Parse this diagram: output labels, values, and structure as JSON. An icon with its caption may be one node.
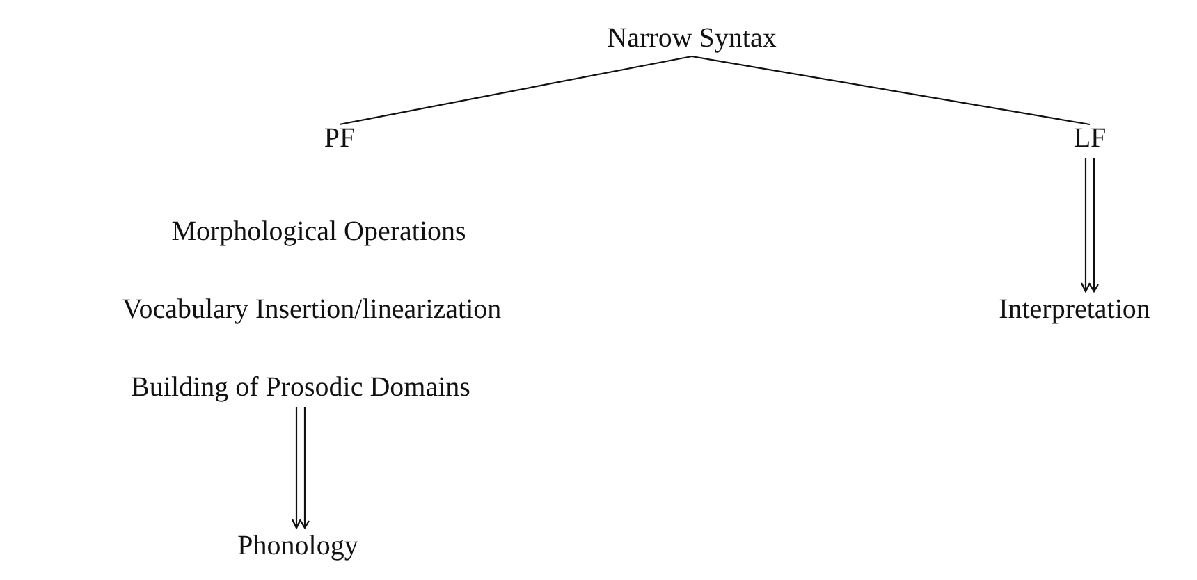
{
  "diagram": {
    "nodes": [
      {
        "text": [
          "Narrow Syntax"
        ]
      },
      {
        "text": [
          "PF"
        ]
      },
      {
        "text": [
          "LF"
        ]
      },
      {
        "text": [
          "Morphological Operations"
        ]
      },
      {
        "text": [
          "Vocabulary Insertion/linearization"
        ]
      },
      {
        "text": [
          "Building of Prosodic Domains"
        ]
      },
      {
        "text": [
          "Phonology"
        ]
      },
      {
        "text": [
          "Interpretation"
        ]
      }
    ],
    "edges": [
      {
        "from": 0,
        "to": 1,
        "arrow": "none"
      },
      {
        "from": 0,
        "to": 2,
        "arrow": "none"
      },
      {
        "from": 5,
        "to": 6,
        "arrow": "to"
      },
      {
        "from": 2,
        "to": 7,
        "arrow": "to"
      }
    ]
  }
}
